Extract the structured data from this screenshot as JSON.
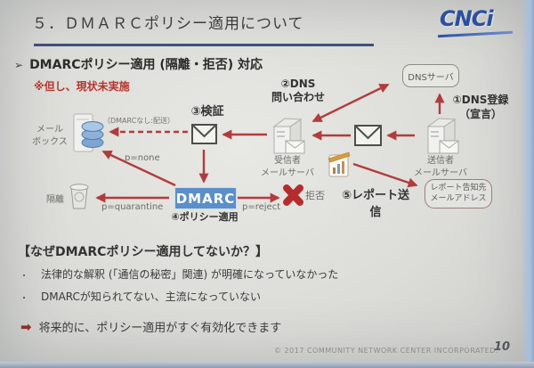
{
  "slide": {
    "title": "５．ＤＭＡＲＣポリシー適用について",
    "logo": "CNCi",
    "footer": "© 2017 COMMUNITY NETWORK CENTER INCORPORATED.",
    "page_number": "10"
  },
  "heading": {
    "chevron": "➢",
    "text": "DMARCポリシー適用 (隔離・拒否) 対応",
    "note": "※但し、現状未実施"
  },
  "diagram": {
    "dns_server": "DNSサーバ",
    "step1": "①DNS登録\n（宣言）",
    "step2": "②DNS\n問い合わせ",
    "step3": "③検証",
    "step4": "④ポリシー適用",
    "step5": "⑤レポート送信",
    "dmarc": "DMARC",
    "mailbox": "メール\nボックス",
    "receiver": "受信者\nメールサーバ",
    "sender": "送信者\nメールサーバ",
    "quarantine": "隔離",
    "reject": "拒否",
    "p_none": "p=none",
    "p_quarantine": "p=quarantine",
    "p_reject": "p=reject",
    "no_dmarc_note": "（DMARCなし:配送）",
    "report_dest": "レポート告知先\nメールアドレス",
    "icons": [
      "dns-server-box",
      "receiver-mail-server-icon",
      "sender-mail-server-icon",
      "mailbox-database-icon",
      "envelope-icon",
      "verify-envelope-icon",
      "trash-quarantine-icon",
      "report-document-icon",
      "reject-x-icon"
    ],
    "arrow_color": "#b13c3c",
    "dmarc_blue": "#5b8fc9"
  },
  "why": {
    "title": "【なぜDMARCポリシー適用してないか？】",
    "bullet_char": "・",
    "bullets": [
      "法律的な解釈 (「通信の秘密」関連) が明確になっていなかった",
      "DMARCが知られてない、主流になっていない"
    ],
    "conclusion_arrow": "➡",
    "conclusion": "将来的に、ポリシー適用がすぐ有効化できます"
  },
  "colors": {
    "title_rule_navy": "#24386a",
    "logo_blue": "#2b4fa0",
    "note_red": "#b5342c",
    "arrow_red": "#b13c3c"
  }
}
